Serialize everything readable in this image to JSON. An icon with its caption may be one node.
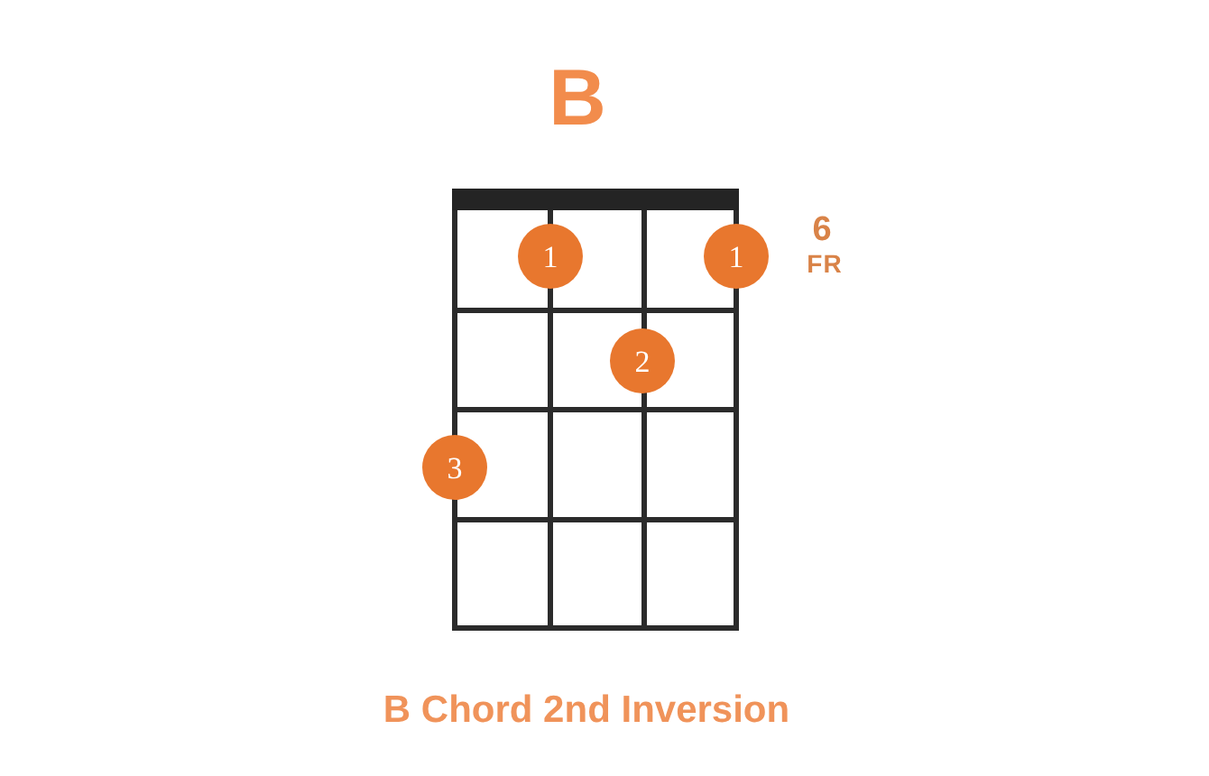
{
  "diagram": {
    "title": "B",
    "caption": "B Chord 2nd Inversion",
    "nodes": [
      {
        "text": [
          "1"
        ]
      },
      {
        "text": [
          "1"
        ]
      },
      {
        "text": [
          "2"
        ]
      },
      {
        "text": [
          "3"
        ]
      }
    ],
    "labels": [
      "6",
      "FR"
    ]
  }
}
